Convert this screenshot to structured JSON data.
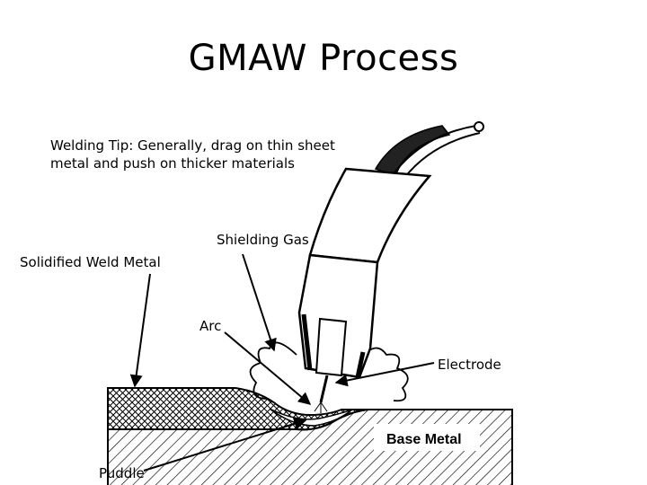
{
  "title": "GMAW Process",
  "labels": {
    "welding_tip": "Welding Tip: Generally, drag on thin sheet metal and push on thicker materials",
    "shielding_gas": "Shielding Gas",
    "solidified_weld_metal": "Solidified Weld Metal",
    "arc": "Arc",
    "electrode": "Electrode",
    "base_metal": "Base Metal",
    "puddle": "Puddle"
  },
  "colors": {
    "ink": "#000000",
    "background": "#ffffff"
  }
}
